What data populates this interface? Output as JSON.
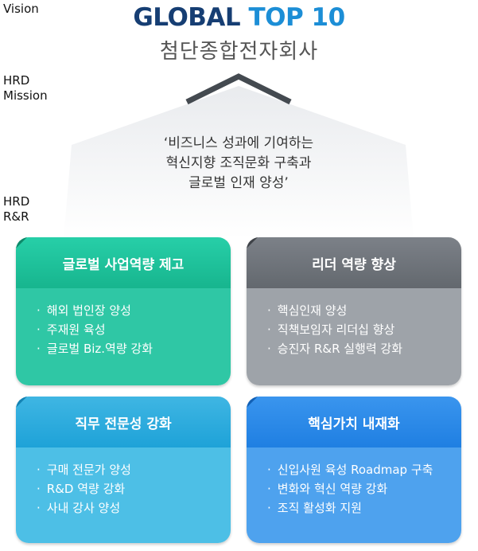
{
  "labels": {
    "vision": "Vision",
    "mission": "HRD Mission",
    "rr": "HRD R&R"
  },
  "vision": {
    "title_part1": "GLOBAL",
    "title_part2": "TOP 10",
    "subtitle": "첨단종합전자회사"
  },
  "mission": {
    "lines": [
      "‘비즈니스 성과에 기여하는",
      "혁신지향 조직문화 구축과",
      "글로벌 인재 양성’"
    ]
  },
  "cards": [
    {
      "title": "글로벌 사업역량 제고",
      "items": [
        "해외 법인장 양성",
        "주재원 육성",
        "글로벌 Biz.역량 강화"
      ]
    },
    {
      "title": "리더 역량 향상",
      "items": [
        "핵심인재 양성",
        "직책보임자 리더십 향상",
        "승진자 R&R 실행력 강화"
      ]
    },
    {
      "title": "직무 전문성 강화",
      "items": [
        "구매 전문가 양성",
        "R&D 역량 강화",
        "사내 강사 양성"
      ]
    },
    {
      "title": "핵심가치 내재화",
      "items": [
        "신입사원 육성 Roadmap 구축",
        "변화와 혁신 역량 강화",
        "조직 활성화 지원"
      ]
    }
  ],
  "colors": {
    "title_dark": "#163e73",
    "title_accent": "#1c8ed6",
    "card1": "#1fbf98",
    "card2": "#6d7278",
    "card3": "#2eaadc",
    "card4": "#2a88e8"
  }
}
